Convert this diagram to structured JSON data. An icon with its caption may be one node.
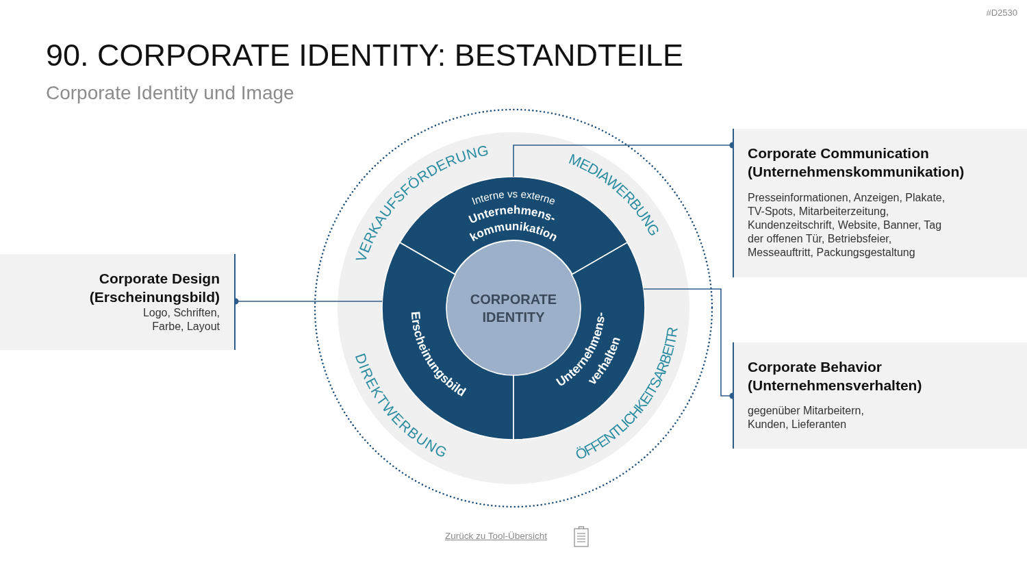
{
  "diagram": {
    "title": "90. CORPORATE IDENTITY: BESTANDTEILE",
    "nodes": [
      {
        "text": [
          "VERKAUFSFÖRDERUNG",
          "MEDIAWERBUNG",
          "DIREKTWERBUNG",
          "ÖFFENTLICHKEITSARBEITR"
        ]
      },
      {
        "text": [
          "Interne vs externe",
          "Unternehmens- kommunikation"
        ],
        "in": 0
      },
      {
        "text": [
          "CORPORATE IDENTITY"
        ],
        "in": 0
      },
      {
        "text": [
          "Erscheinungsbild"
        ],
        "in": 0
      },
      {
        "text": [
          "Unternehmens- verhalten"
        ],
        "in": 0
      },
      {
        "text": [
          "Corporate Communication (Unternehmenskommunikation)",
          "Presseinformationen, Anzeigen, Plakate, TV-Spots, Mitarbeiterzeitung, Kundenzeitschrift, Website, Banner, Tag der offenen Tür, Betriebsfeier, Messeauftritt, Packungsgestaltung"
        ]
      },
      {
        "text": [
          "Corporate Design (Erscheinungsbild)",
          "Logo, Schriften, Farbe, Layout"
        ]
      },
      {
        "text": [
          "Corporate Behavior (Unternehmensverhalten)",
          "gegenüber Mitarbeitern, Kunden, Lieferanten"
        ]
      }
    ],
    "edges": [
      {
        "from": 5,
        "to": 1,
        "arrow": "other"
      },
      {
        "from": 6,
        "to": 3,
        "arrow": "other"
      },
      {
        "from": 7,
        "to": 4,
        "arrow": "other"
      }
    ],
    "labels": [
      "#D2530",
      "Corporate Identity und Image",
      "Zurück zu Tool-Übersicht"
    ]
  }
}
